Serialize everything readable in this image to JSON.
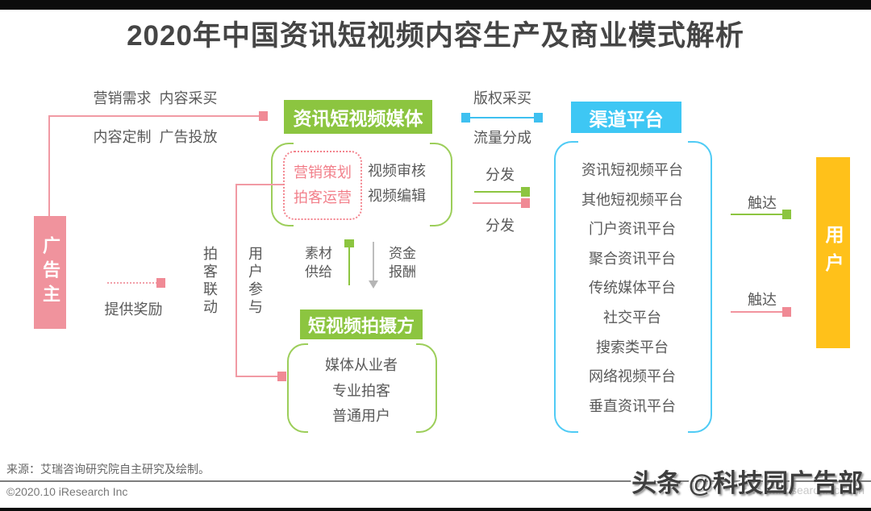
{
  "page": {
    "title": "2020年中国资讯短视频内容生产及商业模式解析"
  },
  "colors": {
    "pink": "#F0939D",
    "green": "#8CC540",
    "cyan": "#3EC7F4",
    "yellow": "#FFC11A",
    "gray_text": "#595959"
  },
  "diagram": {
    "advertiser": {
      "label": "广告主"
    },
    "top_flow": {
      "line1": "营销需求  内容采买",
      "line2": "内容定制  广告投放"
    },
    "media": {
      "title": "资讯短视频媒体",
      "pink_roles": [
        "营销策划",
        "拍客运营"
      ],
      "gray_roles": [
        "视频审核",
        "视频编辑"
      ]
    },
    "rights": {
      "top": "版权采买",
      "bottom": "流量分成"
    },
    "distribute": {
      "top": "分发",
      "bottom": "分发"
    },
    "channel": {
      "title": "渠道平台",
      "platforms": [
        "资讯短视频平台",
        "其他短视频平台",
        "门户资讯平台",
        "聚合资讯平台",
        "传统媒体平台",
        "社交平台",
        "搜索类平台",
        "网络视频平台",
        "垂直资讯平台"
      ]
    },
    "reach": {
      "top": "触达",
      "bottom": "触达"
    },
    "user": {
      "label": "用户"
    },
    "reward": {
      "label": "提供奖励"
    },
    "supply": {
      "left_line1": "素材",
      "left_line2": "供给",
      "right_line1": "资金",
      "right_line2": "报酬"
    },
    "vertical_labels": {
      "paike": "拍客联动",
      "user_join": "用户参与"
    },
    "shooter": {
      "title": "短视频拍摄方",
      "members": [
        "媒体从业者",
        "专业拍客",
        "普通用户"
      ]
    }
  },
  "footer": {
    "source": "来源：艾瑞咨询研究院自主研究及绘制。",
    "copyright": "©2020.10 iResearch Inc",
    "brand": "头条 @科技园广告部",
    "watermark": "www.iresearch.com.cn"
  }
}
